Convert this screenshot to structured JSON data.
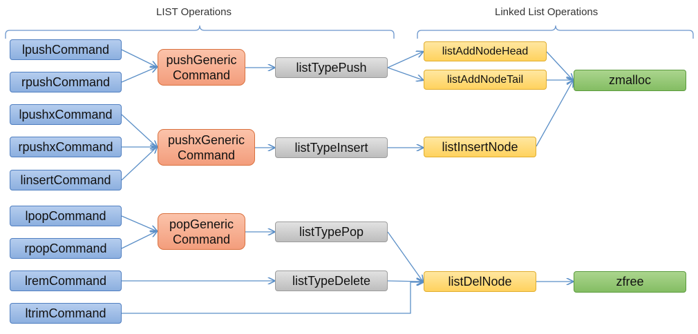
{
  "groups": {
    "list_operations": "LIST Operations",
    "linked_list_operations": "Linked List Operations"
  },
  "nodes": {
    "lpushCommand": "lpushCommand",
    "rpushCommand": "rpushCommand",
    "lpushxCommand": "lpushxCommand",
    "rpushxCommand": "rpushxCommand",
    "linsertCommand": "linsertCommand",
    "lpopCommand": "lpopCommand",
    "rpopCommand": "rpopCommand",
    "lremCommand": "lremCommand",
    "ltrimCommand": "ltrimCommand",
    "pushGenericCommand": "pushGeneric\nCommand",
    "pushxGenericCommand": "pushxGeneric\nCommand",
    "popGenericCommand": "popGeneric\nCommand",
    "listTypePush": "listTypePush",
    "listTypeInsert": "listTypeInsert",
    "listTypePop": "listTypePop",
    "listTypeDelete": "listTypeDelete",
    "listAddNodeHead": "listAddNodeHead",
    "listAddNodeTail": "listAddNodeTail",
    "listInsertNode": "listInsertNode",
    "listDelNode": "listDelNode",
    "zmalloc": "zmalloc",
    "zfree": "zfree"
  },
  "colors": {
    "command": "#9dbde8",
    "generic": "#f6ad8e",
    "list_type": "#cfcfcf",
    "linked_list": "#ffdb7a",
    "allocator": "#98c977",
    "arrow": "#5b8fc7"
  },
  "edges": [
    [
      "lpushCommand",
      "pushGenericCommand"
    ],
    [
      "rpushCommand",
      "pushGenericCommand"
    ],
    [
      "lpushxCommand",
      "pushxGenericCommand"
    ],
    [
      "rpushxCommand",
      "pushxGenericCommand"
    ],
    [
      "linsertCommand",
      "pushxGenericCommand"
    ],
    [
      "lpopCommand",
      "popGenericCommand"
    ],
    [
      "rpopCommand",
      "popGenericCommand"
    ],
    [
      "pushGenericCommand",
      "listTypePush"
    ],
    [
      "pushxGenericCommand",
      "listTypeInsert"
    ],
    [
      "popGenericCommand",
      "listTypePop"
    ],
    [
      "lremCommand",
      "listTypeDelete"
    ],
    [
      "listTypePush",
      "listAddNodeHead"
    ],
    [
      "listTypePush",
      "listAddNodeTail"
    ],
    [
      "listTypeInsert",
      "listInsertNode"
    ],
    [
      "listTypePop",
      "listDelNode"
    ],
    [
      "listTypeDelete",
      "listDelNode"
    ],
    [
      "ltrimCommand",
      "listDelNode"
    ],
    [
      "listAddNodeHead",
      "zmalloc"
    ],
    [
      "listAddNodeTail",
      "zmalloc"
    ],
    [
      "listInsertNode",
      "zmalloc"
    ],
    [
      "listDelNode",
      "zfree"
    ]
  ]
}
